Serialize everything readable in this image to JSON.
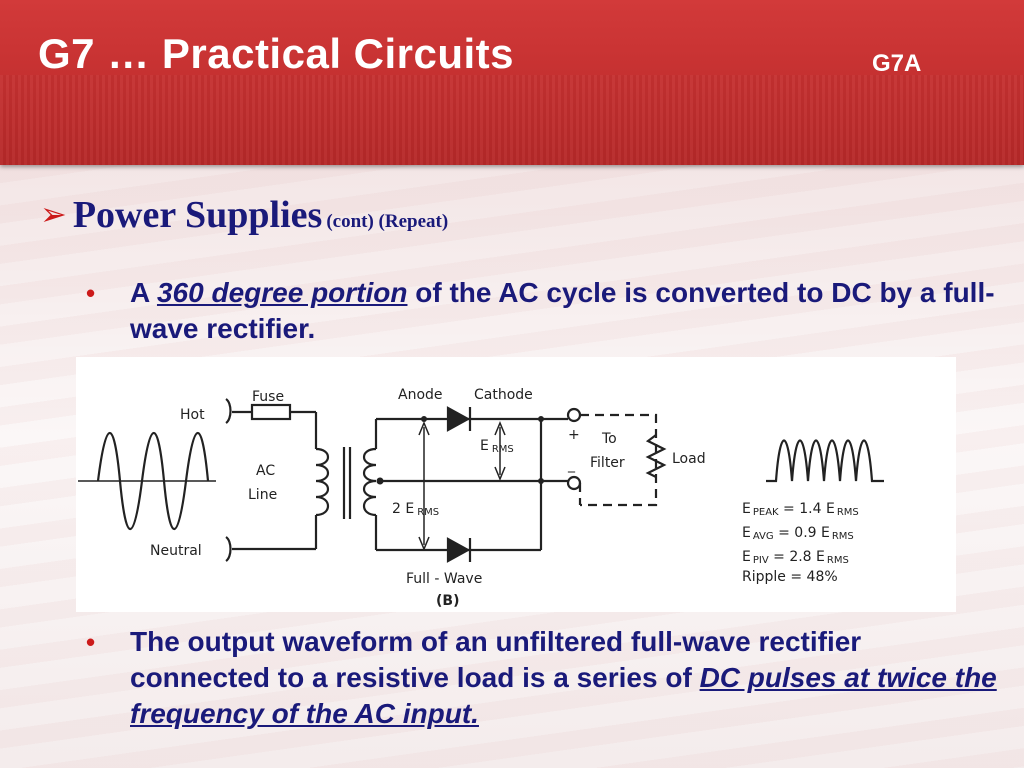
{
  "header": {
    "title": "G7 … Practical Circuits",
    "code": "G7A"
  },
  "section": {
    "heading": "Power Supplies",
    "subheading": "(cont) (Repeat)"
  },
  "bullets": [
    {
      "prefix": "A ",
      "emphasis": "360 degree portion",
      "suffix": " of the AC cycle is converted to DC by a full-wave rectifier."
    },
    {
      "prefix": "The output waveform of an unfiltered full-wave rectifier connected to a resistive load is a series of ",
      "emphasis": "DC pulses at twice the frequency of the AC input."
    }
  ],
  "diagram": {
    "labels": {
      "fuse": "Fuse",
      "hot": "Hot",
      "ac": "AC",
      "line": "Line",
      "neutral": "Neutral",
      "anode": "Anode",
      "cathode": "Cathode",
      "erms": "E",
      "erms_sub": "RMS",
      "two_erms": "2 E",
      "two_erms_sub": "RMS",
      "plus": "+",
      "minus": "_",
      "to": "To",
      "filter": "Filter",
      "load": "Load",
      "full_wave": "Full - Wave",
      "figure_id": "(B)"
    },
    "equations": [
      {
        "lhs": "E",
        "lhs_sub": "PEAK",
        "rhs": " = 1.4 E",
        "rhs_sub": "RMS"
      },
      {
        "lhs": "E",
        "lhs_sub": "AVG",
        "rhs": " = 0.9 E",
        "rhs_sub": "RMS"
      },
      {
        "lhs": "E",
        "lhs_sub": "PIV",
        "rhs": " = 2.8 E",
        "rhs_sub": "RMS"
      },
      {
        "lhs": "Ripple",
        "lhs_sub": "",
        "rhs": " = 48%",
        "rhs_sub": ""
      }
    ]
  },
  "colors": {
    "header_red": "#c32f2f",
    "text_navy": "#1a1a7a",
    "bullet_red": "#cc1a1a"
  }
}
